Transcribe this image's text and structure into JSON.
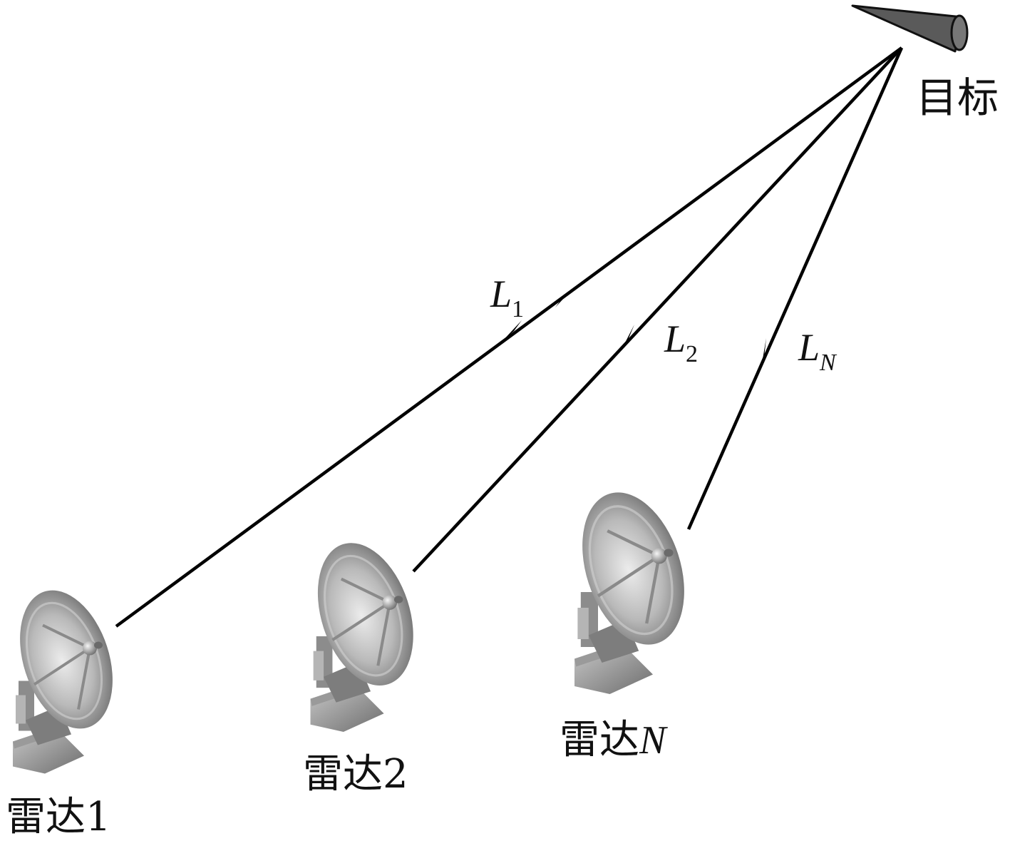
{
  "target": {
    "label": "目标",
    "icon": "target-aircraft-icon"
  },
  "radars": [
    {
      "id": "1",
      "prefix": "雷达",
      "suffix": "1",
      "icon": "radar-dish-icon"
    },
    {
      "id": "2",
      "prefix": "雷达",
      "suffix": "2",
      "icon": "radar-dish-icon"
    },
    {
      "id": "N",
      "prefix": "雷达",
      "suffix": "N",
      "icon": "radar-dish-icon"
    }
  ],
  "paths": [
    {
      "main": "L",
      "sub": "1",
      "arrows": "bidirectional"
    },
    {
      "main": "L",
      "sub": "2",
      "arrows": "toward-radar"
    },
    {
      "main": "L",
      "sub": "N",
      "arrows": "toward-radar"
    }
  ],
  "colors": {
    "line": "#000000",
    "target_fill": "#555555",
    "dish_light": "#e0e0e0",
    "dish_dark": "#6e6e6e"
  }
}
